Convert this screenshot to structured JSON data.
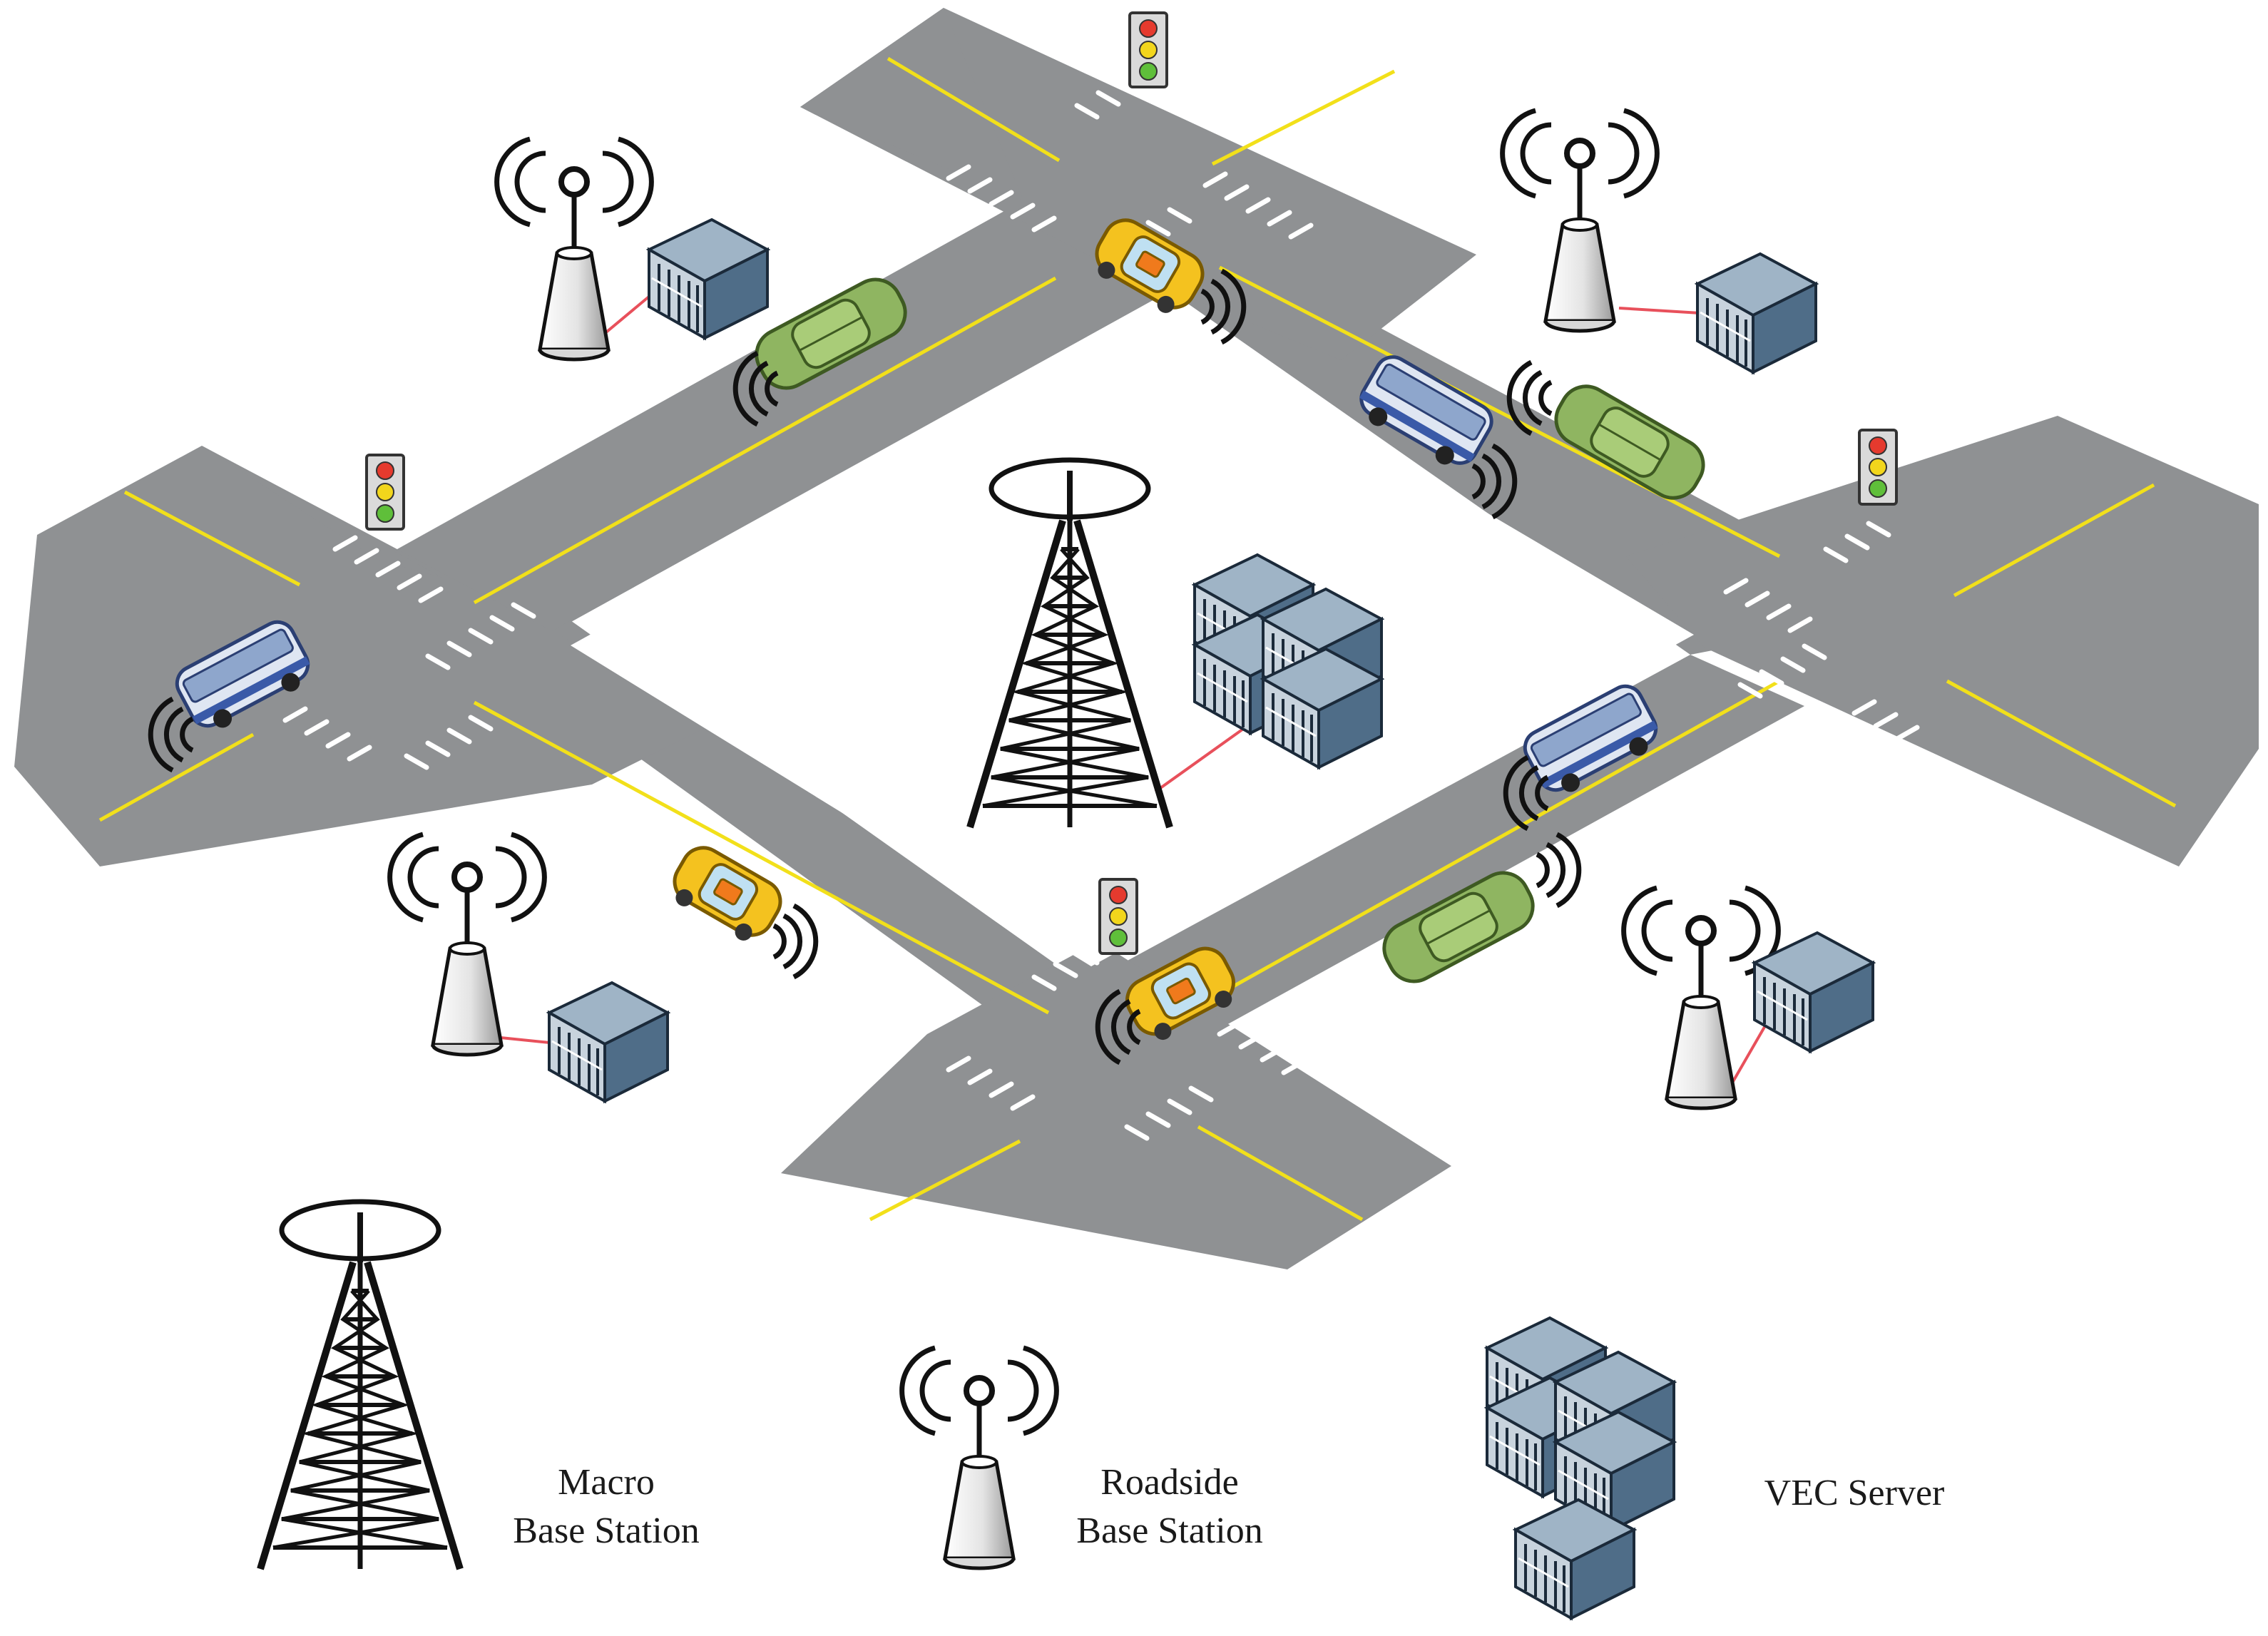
{
  "colors": {
    "road": "#8f9193",
    "lane_line": "#f2e01a",
    "crosswalk": "#ffffff",
    "wire": "#e8505b",
    "tower": "#1a1a1a",
    "taxi": "#f4c21f",
    "car": "#8fb561",
    "bus": "#c9d6ea",
    "server": "#6d8aa3"
  },
  "legend": {
    "macro": {
      "line1": "Macro",
      "line2": "Base Station",
      "icon": "macro-tower-icon"
    },
    "roadside": {
      "line1": "Roadside",
      "line2": "Base Station",
      "icon": "roadside-antenna-icon"
    },
    "server": {
      "line1": "VEC Server",
      "icon": "server-stack-icon"
    }
  }
}
